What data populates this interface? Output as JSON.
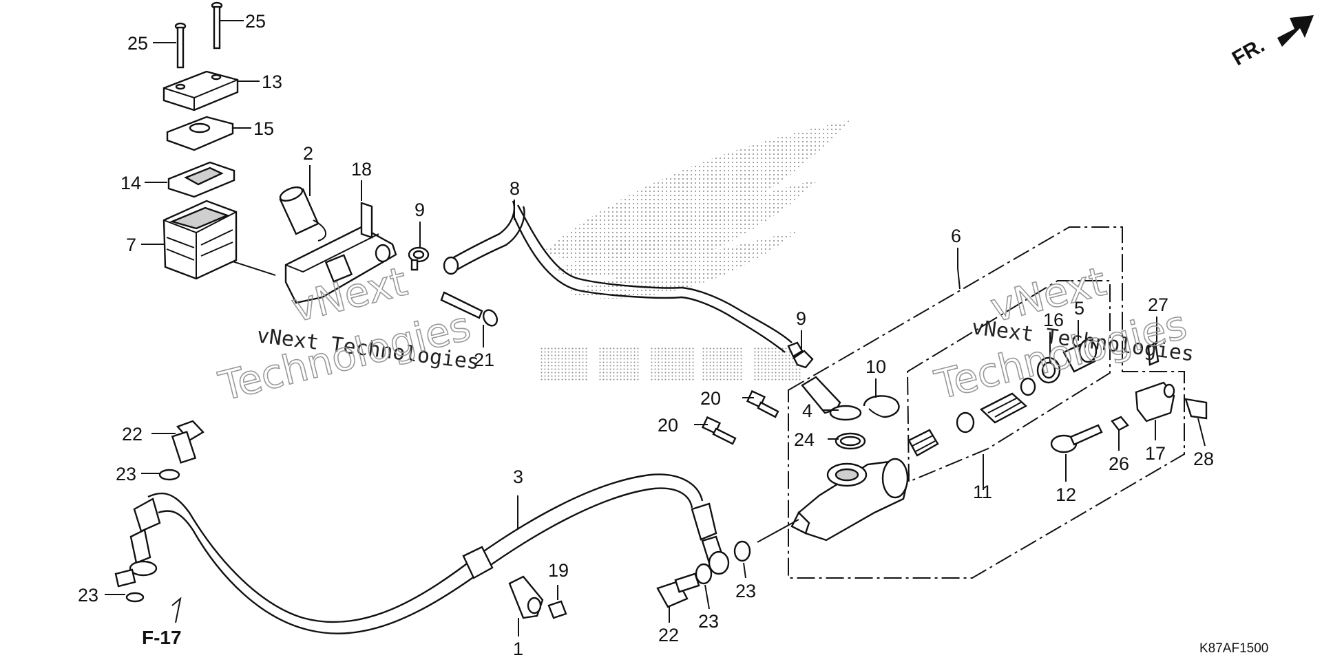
{
  "diagram": {
    "diagram_code": "K87AF1500",
    "front_marker": "FR.",
    "reference": "F-17",
    "watermarks": [
      {
        "line1": "vNext Technologies",
        "line2": "vNext",
        "line3": "Technologies"
      },
      {
        "line1": "vNext Technologies",
        "line2": "vNext",
        "line3": "Technologies"
      }
    ],
    "callouts": [
      "25",
      "25",
      "13",
      "15",
      "14",
      "7",
      "2",
      "18",
      "9",
      "8",
      "21",
      "6",
      "9",
      "10",
      "4",
      "20",
      "20",
      "24",
      "5",
      "16",
      "27",
      "11",
      "12",
      "26",
      "17",
      "28",
      "22",
      "23",
      "3",
      "23",
      "19",
      "1",
      "22",
      "23",
      "23"
    ]
  }
}
